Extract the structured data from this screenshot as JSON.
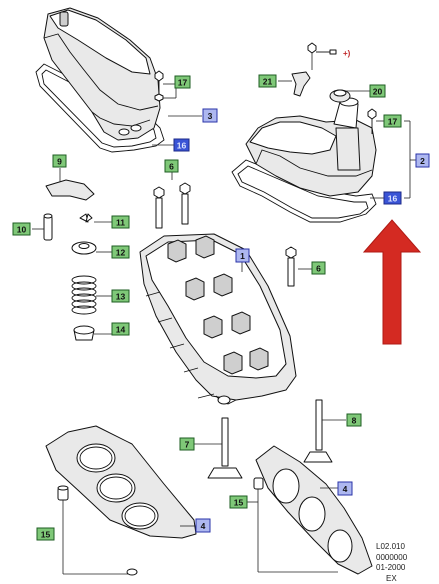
{
  "callouts": {
    "c17a": "17",
    "c3": "3",
    "c16a": "16",
    "c21": "21",
    "c_plus": "+)",
    "c20": "20",
    "c17b": "17",
    "c2": "2",
    "c16b": "16",
    "c9": "9",
    "c6a": "6",
    "c11": "11",
    "c10": "10",
    "c12": "12",
    "c13": "13",
    "c14": "14",
    "c1": "1",
    "c6b": "6",
    "c8": "8",
    "c7": "7",
    "c4a": "4",
    "c15a": "15",
    "c15b": "15",
    "c4b": "4"
  },
  "footer": {
    "line1": "L02.010",
    "line2": "0000000",
    "line3": "01-2000",
    "line4": "EX"
  },
  "colors": {
    "arrow": "#d42a22",
    "callout_green": "#7fc878",
    "callout_blue": "#aeb8f0",
    "callout_blue_solid": "#3a54d6"
  }
}
